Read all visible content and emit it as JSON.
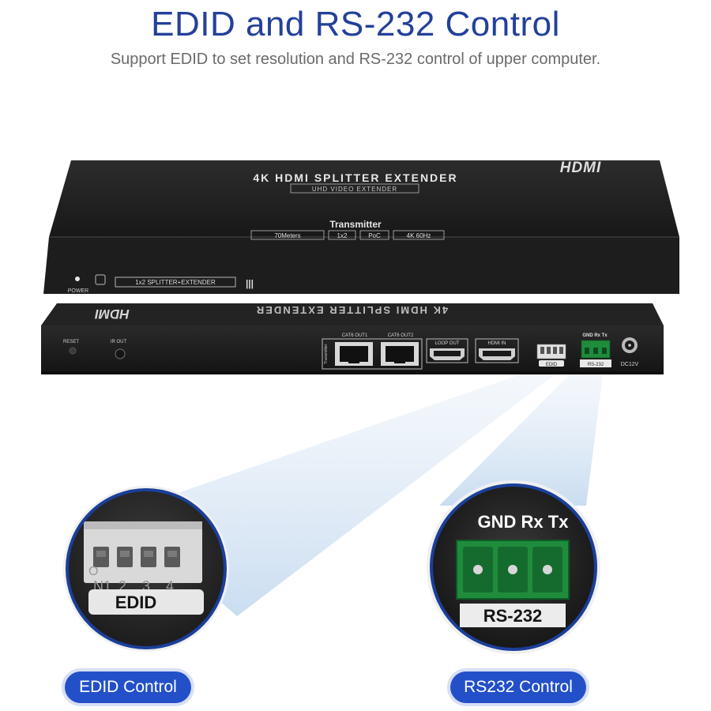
{
  "headline": "EDID and RS-232 Control",
  "subheadline": "Support EDID to set resolution and RS-232 control of upper computer.",
  "colors": {
    "accent": "#23409a",
    "pill": "#2350c8",
    "device": "#1c1c1c",
    "terminal": "#1f8c3c",
    "beam": "#cfe0f2"
  },
  "device_top": {
    "title": "4K HDMI SPLITTER EXTENDER",
    "subtitle": "UHD VIDEO EXTENDER",
    "role": "Transmitter",
    "specs": [
      "70Meters",
      "1x2",
      "PoC",
      "4K 60Hz"
    ],
    "brand": "HDMI",
    "power_label": "POWER",
    "mode_badge": "1x2 SPLITTER+EXTENDER",
    "mode_bars": "|||"
  },
  "device_rear": {
    "reset_label": "RESET",
    "ir_out_label": "IR OUT",
    "side_label": "Transmitter",
    "cat6_out1_label": "CAT6 OUT1",
    "cat6_out2_label": "CAT6 OUT2",
    "loop_out_label": "LOOP OUT",
    "hdmi_in_label": "HDMI IN",
    "edid_label": "EDID",
    "terminal_pins_label": "GND Rx Tx",
    "rs232_label": "RS-232",
    "dc_label": "DC12V",
    "mirror_title": "4K HDMI SPLITTER EXTENDER",
    "brand": "HDMI"
  },
  "zoom_edid": {
    "switch_numbers": [
      "N1",
      "2",
      "3",
      "4"
    ],
    "off_label": "O",
    "label": "EDID"
  },
  "zoom_rs232": {
    "pins_label": "GND Rx Tx",
    "label": "RS-232"
  },
  "pills": {
    "edid_control": "EDID Control",
    "rs232_control": "RS232 Control"
  }
}
